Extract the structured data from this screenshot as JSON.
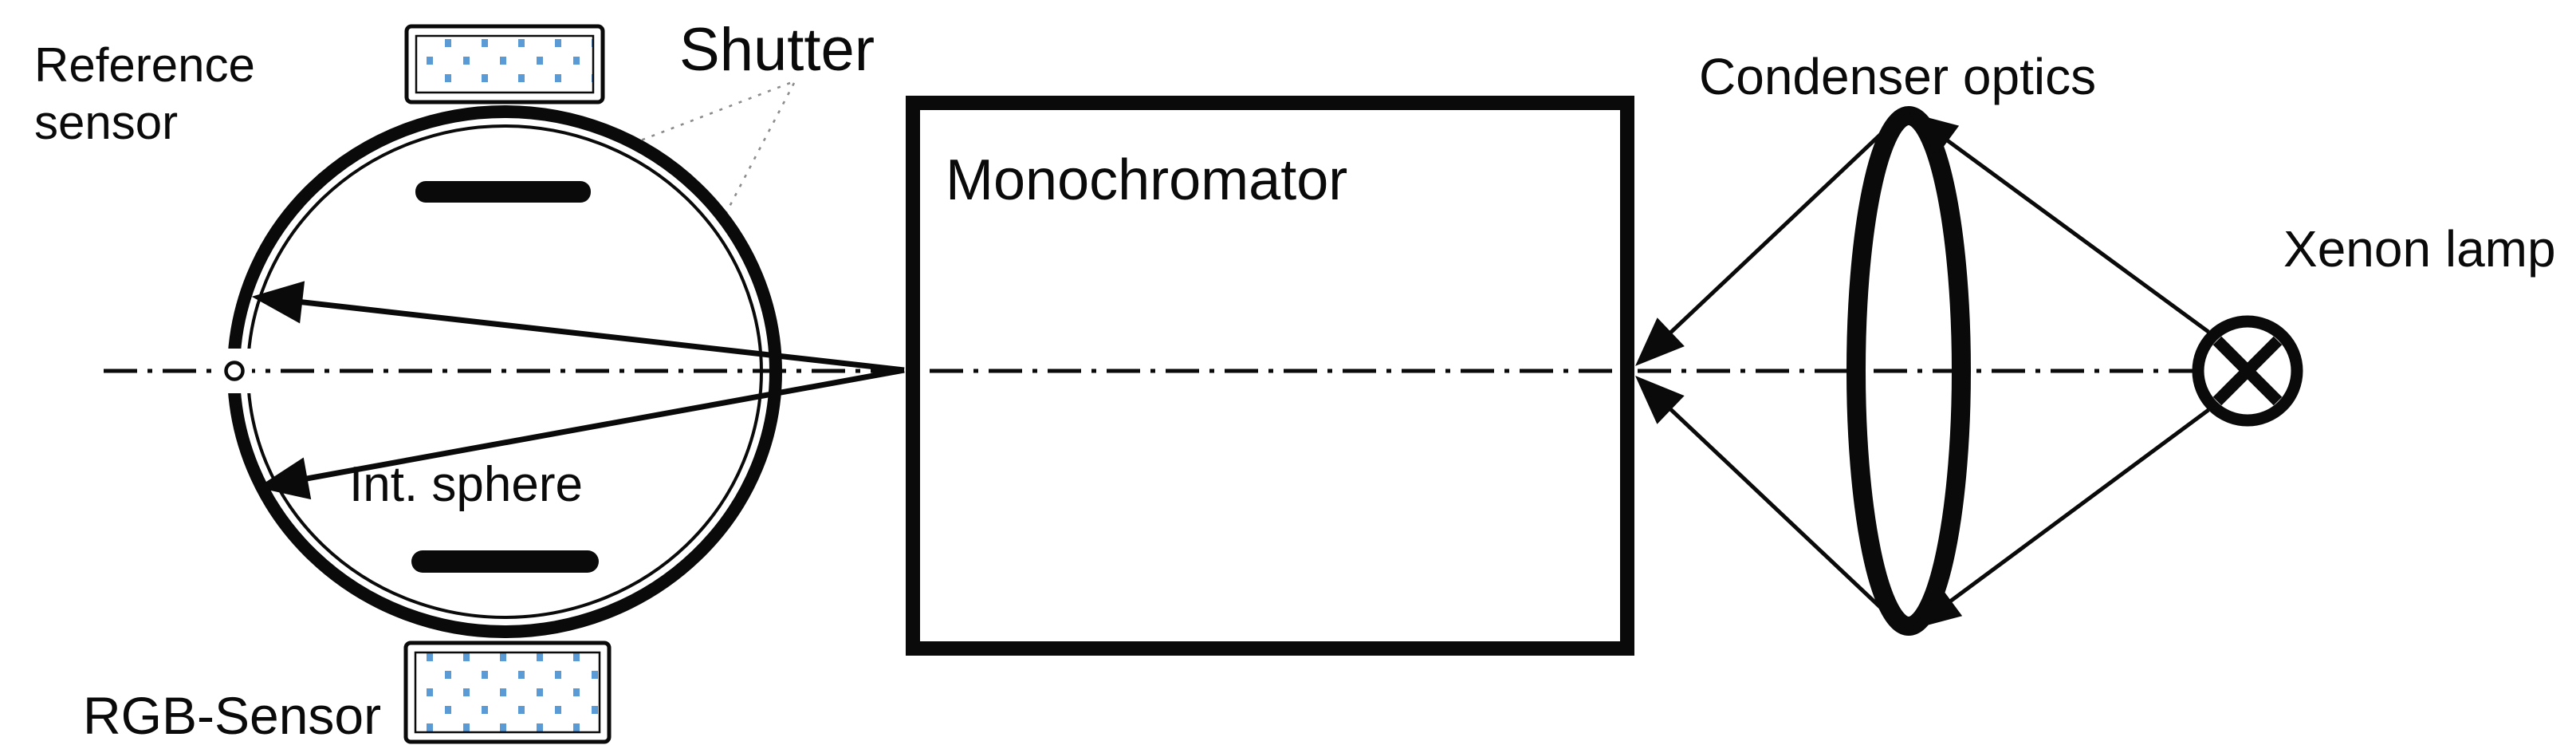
{
  "diagram": {
    "title": "Optical measurement setup schematic",
    "labels": {
      "reference_sensor_line1": "Reference",
      "reference_sensor_line2": "sensor",
      "shutter": "Shutter",
      "int_sphere": "Int. sphere",
      "rgb_sensor": "RGB-Sensor",
      "monochromator": "Monochromator",
      "condenser_optics": "Condenser optics",
      "xenon_lamp": "Xenon lamp"
    },
    "colors": {
      "line": "#0a0a0a",
      "leader_dots": "#8c8c8c",
      "hatch_dot_blue": "#5b9bd5",
      "background": "#ffffff"
    },
    "icons": {
      "xenon_lamp_symbol": "circle-with-x-lamp-icon",
      "condenser_lens_symbol": "biconvex-lens-ellipse-icon",
      "integrating_sphere_symbol": "double-ring-sphere-icon",
      "sensor_patch_symbol": "blue-dotted-hatch-rectangle-icon",
      "optical_axis_symbol": "dash-dot-centerline-icon"
    }
  }
}
